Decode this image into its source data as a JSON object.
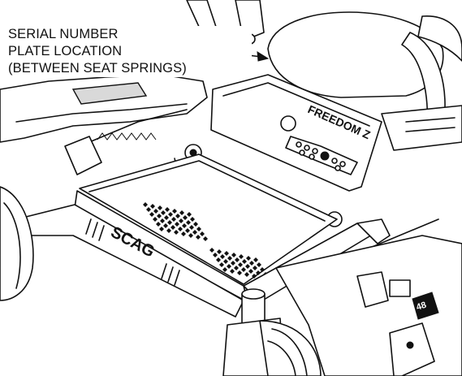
{
  "callout": {
    "lines": [
      "SERIAL NUMBER",
      "PLATE LOCATION",
      "(BETWEEN SEAT SPRINGS)"
    ]
  },
  "decal_brand": "SCAG",
  "decal_model": "FREEDOM Z",
  "deck_badge": "48",
  "colors": {
    "line": "#111111",
    "background": "#ffffff",
    "shade": "#d9d9d9"
  },
  "icons": [
    "leader-arrow",
    "vent-grid",
    "hex-bolt"
  ]
}
